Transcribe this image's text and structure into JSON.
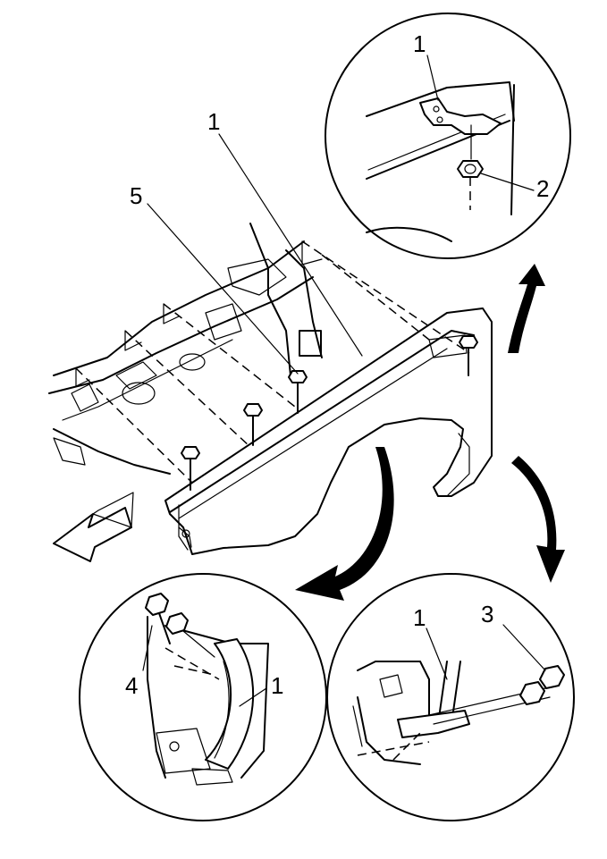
{
  "callouts": {
    "main_fender": "1",
    "main_bolt": "5",
    "top_bracket": "1",
    "top_nut": "2",
    "left_bolt": "4",
    "left_fender": "1",
    "right_bracket": "1",
    "right_bolt": "3"
  },
  "colors": {
    "ink": "#000000",
    "background": "#ffffff"
  }
}
